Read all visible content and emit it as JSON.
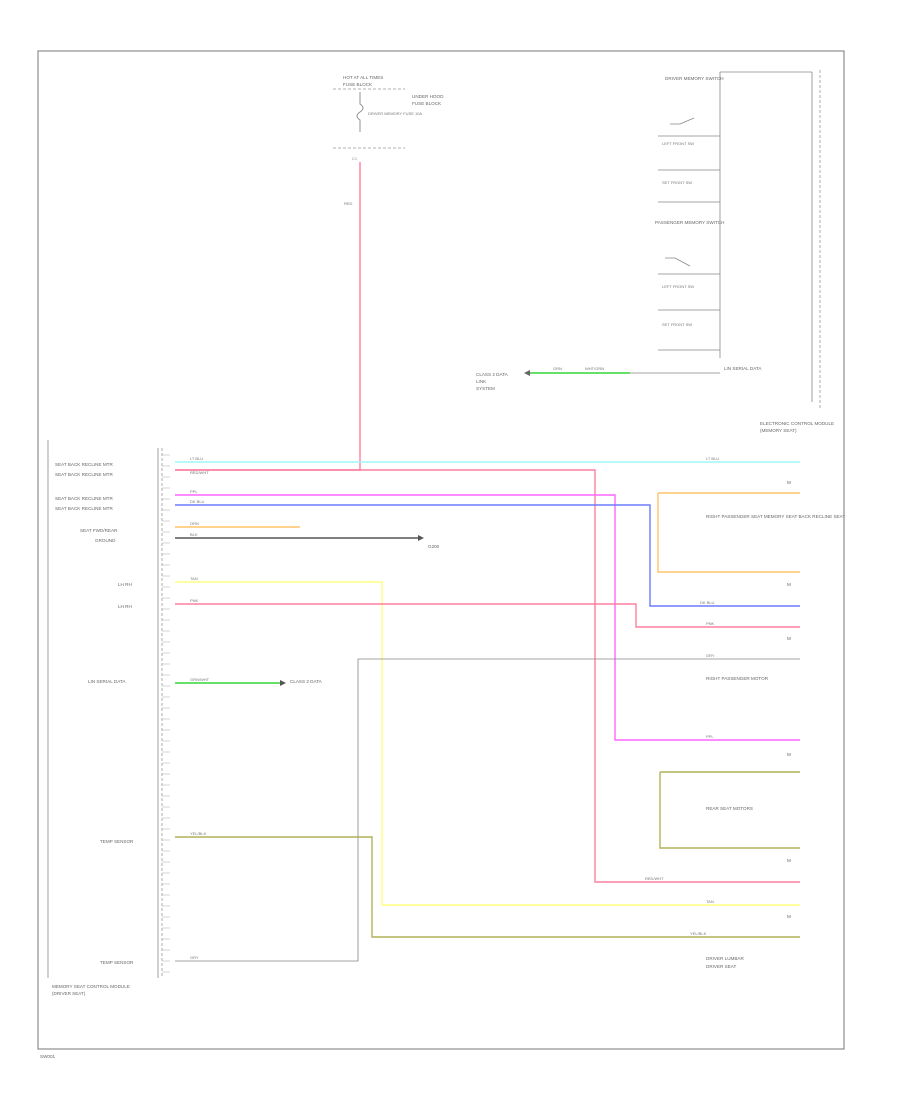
{
  "colors": {
    "border": "#777777",
    "text": "#666666",
    "red": "#ff7f9f",
    "pink": "#ff66ff",
    "blue": "#6b7cff",
    "cyan": "#9ff5f5",
    "orange": "#ffc36b",
    "black": "#555555",
    "yellow": "#ffff80",
    "olive": "#b2b259",
    "green": "#33d633",
    "gray": "#999999"
  },
  "top_fuse": {
    "title": "HOT AT ALL TIMES",
    "block": "FUSE BLOCK",
    "desc_1": "UNDER HOOD",
    "desc_2": "FUSE BLOCK",
    "fuse_label": "DRIVER MEMORY FUSE 10A",
    "wire_top": "RED"
  },
  "switches": {
    "driver_title": "DRIVER MEMORY SWITCH",
    "s1": "LEFT FRONT SW",
    "s2": "SET FRONT SW",
    "pass_title": "PASSENGER MEMORY SWITCH",
    "s3": "LEFT FRONT SW",
    "s4": "SET FRONT SW",
    "lin_label": "LIN SERIAL DATA",
    "lin_wire_1": "GRN",
    "lin_wire_2": "WHT/GRN",
    "lin_left": "CLASS 2 DATA",
    "lin_left_2": "LINK",
    "lin_left_3": "SYSTEM",
    "module_label": "ELECTRONIC CONTROL MODULE",
    "module_sub": "(MEMORY SEAT)"
  },
  "left_labels": [
    "SEAT BACK RECLINE MTR",
    "SEAT BACK RECLINE MTR",
    "SEAT BACK RECLINE MTR",
    "SEAT BACK RECLINE MTR",
    "SEAT FWD/REAR",
    "GROUND",
    "LH RH",
    "LH RH",
    "LIN SERIAL DATA",
    "TEMP SENSOR",
    "TEMP SENSOR"
  ],
  "module": {
    "line_1": "MEMORY SEAT CONTROL MODULE",
    "line_2": "(DRIVER SEAT)"
  },
  "wire_codes": {
    "w1": "LT BLU",
    "w2": "RED/WHT",
    "w3": "PPL",
    "w4": "DK BLU",
    "w5": "ORN",
    "w6": "BLK",
    "w7": "TAN",
    "w8": "PNK",
    "w9": "GRN/WHT",
    "w10": "YEL/BLK",
    "w11": "GRY"
  },
  "ground_text": "G200",
  "right_labels": {
    "r1": "RIGHT PASSENGER SEAT MEMORY SEAT BACK RECLINE SEAT",
    "r2": "RIGHT PASSENGER MOTOR",
    "r3": "REAR SEAT MOTORS",
    "r4": "DRIVER LUMBAR",
    "r5": "DRIVER SEAT"
  },
  "footer": "SW001"
}
